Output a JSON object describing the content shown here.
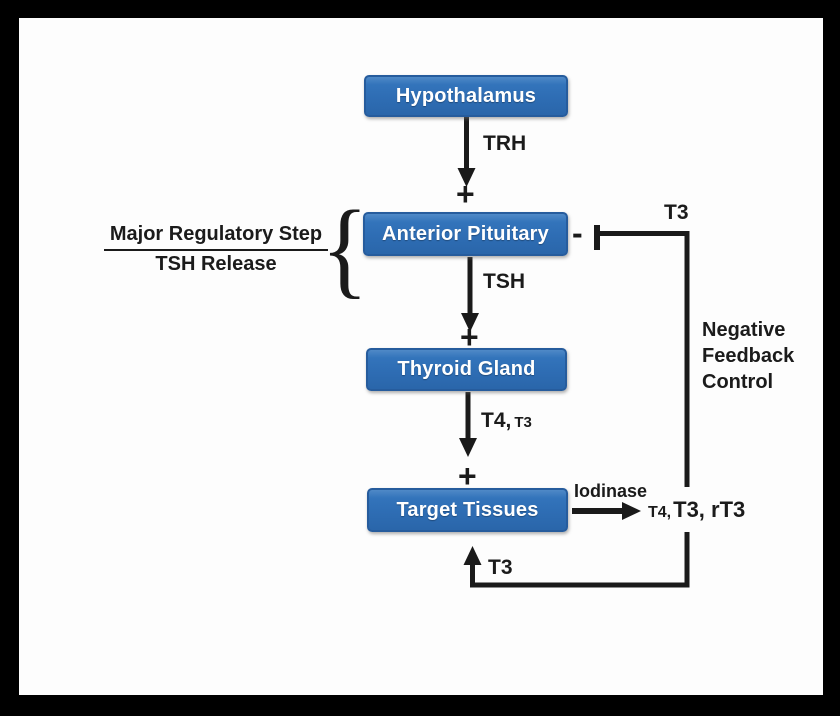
{
  "diagram": {
    "description": "Hypothalamus–Pituitary–Thyroid axis feedback diagram",
    "colors": {
      "frame": "#000000",
      "panel": "#fdfdfd",
      "box_fill": "#2e6db4",
      "box_border": "#265c9d",
      "line": "#1a1a1a",
      "text": "#1b1b1b",
      "box_text": "#ffffff"
    },
    "boxes": [
      {
        "id": "hypothalamus",
        "label": "Hypothalamus"
      },
      {
        "id": "anterior-pituitary",
        "label": "Anterior Pituitary"
      },
      {
        "id": "thyroid-gland",
        "label": "Thyroid Gland"
      },
      {
        "id": "target-tissues",
        "label": "Target Tissues"
      }
    ],
    "labels": {
      "trh": "TRH",
      "tsh": "TSH",
      "t4_main": "T4,",
      "t4_small": "T3",
      "plus": "+",
      "minus": "-",
      "t3_top": "T3",
      "t3_bottom": "T3",
      "iodinase": "Iodinase",
      "products_small": "T4,",
      "products_big": "T3, rT3",
      "negative_feedback": "Negative\nFeedback\nControl",
      "major_step_line1": "Major Regulatory Step",
      "major_step_line2": "TSH Release",
      "brace": "{"
    }
  }
}
